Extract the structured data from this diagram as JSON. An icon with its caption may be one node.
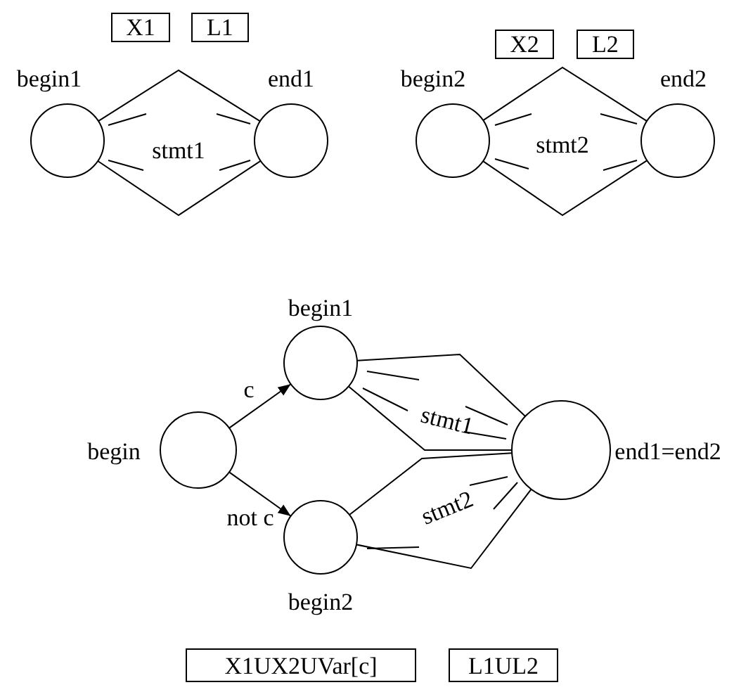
{
  "diagram": {
    "nodes": [
      {
        "text": [
          "X1"
        ]
      },
      {
        "text": [
          "L1"
        ]
      },
      {
        "text": [
          "X2"
        ]
      },
      {
        "text": [
          "L2"
        ]
      },
      {
        "text": [],
        "shape": "circle",
        "beside": [
          "begin1"
        ]
      },
      {
        "text": [],
        "shape": "circle",
        "beside": [
          "end1"
        ]
      },
      {
        "text": [],
        "shape": "circle",
        "beside": [
          "begin2"
        ]
      },
      {
        "text": [],
        "shape": "circle",
        "beside": [
          "end2"
        ]
      },
      {
        "text": [],
        "shape": "circle",
        "beside": [
          "begin"
        ]
      },
      {
        "text": [],
        "shape": "circle",
        "beside": [
          "begin1"
        ]
      },
      {
        "text": [],
        "shape": "circle",
        "beside": [
          "begin2"
        ]
      },
      {
        "text": [],
        "shape": "circle",
        "beside": [
          "end1=end2"
        ]
      },
      {
        "text": [
          "X1UX2UVar[c]"
        ]
      },
      {
        "text": [
          "L1UL2"
        ]
      }
    ],
    "edges": [
      {
        "from": 4,
        "to": 5,
        "arrow": "none"
      },
      {
        "from": 4,
        "to": 5,
        "arrow": "none"
      },
      {
        "from": 6,
        "to": 7,
        "arrow": "none"
      },
      {
        "from": 6,
        "to": 7,
        "arrow": "none"
      },
      {
        "from": 8,
        "to": 9,
        "arrow": "to",
        "label": "c"
      },
      {
        "from": 8,
        "to": 10,
        "arrow": "to",
        "label": "not c"
      },
      {
        "from": 9,
        "to": 11,
        "arrow": "none"
      },
      {
        "from": 9,
        "to": 11,
        "arrow": "none"
      },
      {
        "from": 10,
        "to": 11,
        "arrow": "none"
      },
      {
        "from": 10,
        "to": 11,
        "arrow": "none"
      }
    ],
    "labels": [
      "stmt1",
      "stmt2",
      "stmt1",
      "stmt2"
    ]
  }
}
